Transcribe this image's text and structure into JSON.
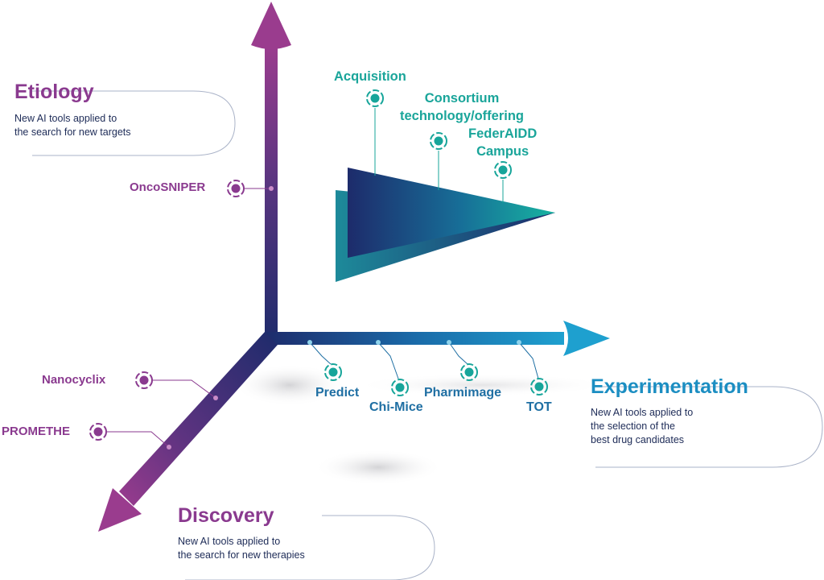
{
  "axes": {
    "etiology": {
      "title": "Etiology",
      "description": "New AI tools applied to\nthe search for new targets",
      "color": "#8a3a8f"
    },
    "experimentation": {
      "title": "Experimentation",
      "description": "New AI tools applied to\nthe selection of the\nbest drug candidates",
      "color": "#1c8ec2"
    },
    "discovery": {
      "title": "Discovery",
      "description": "New AI tools applied to\nthe search for new therapies",
      "color": "#8a3a8f"
    }
  },
  "etiology_tools": [
    "OncoSNIPER"
  ],
  "discovery_tools": [
    "Nanocyclix",
    "PROMETHE"
  ],
  "experimentation_tools": [
    "Predict",
    "Chi-Mice",
    "Pharmimage",
    "TOT"
  ],
  "platform_items": [
    "Acquisition",
    "Consortium\ntechnology/offering",
    "FederAIDD\nCampus"
  ],
  "colors": {
    "purple": "#8a3a8f",
    "navy": "#1d2b6b",
    "teal": "#17a59a",
    "blue": "#1c8ec2"
  }
}
